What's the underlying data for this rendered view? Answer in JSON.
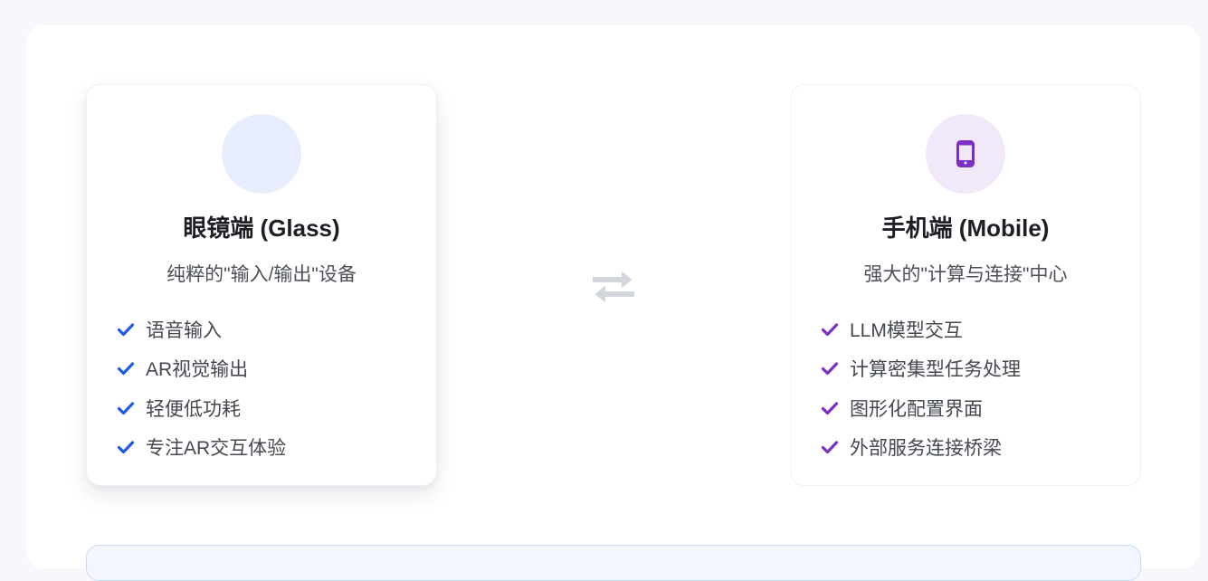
{
  "glass": {
    "title": "眼镜端 (Glass)",
    "subtitle": "纯粹的\"输入/输出\"设备",
    "features": [
      "语音输入",
      "AR视觉输出",
      "轻便低功耗",
      "专注AR交互体验"
    ],
    "accent_color": "#1f5ae6",
    "icon": "glasses-icon"
  },
  "mobile": {
    "title": "手机端 (Mobile)",
    "subtitle": "强大的\"计算与连接\"中心",
    "features": [
      "LLM模型交互",
      "计算密集型任务处理",
      "图形化配置界面",
      "外部服务连接桥梁"
    ],
    "accent_color": "#7b2fc4",
    "icon": "mobile-phone-icon"
  },
  "connector": {
    "icon": "swap-arrows-icon"
  }
}
